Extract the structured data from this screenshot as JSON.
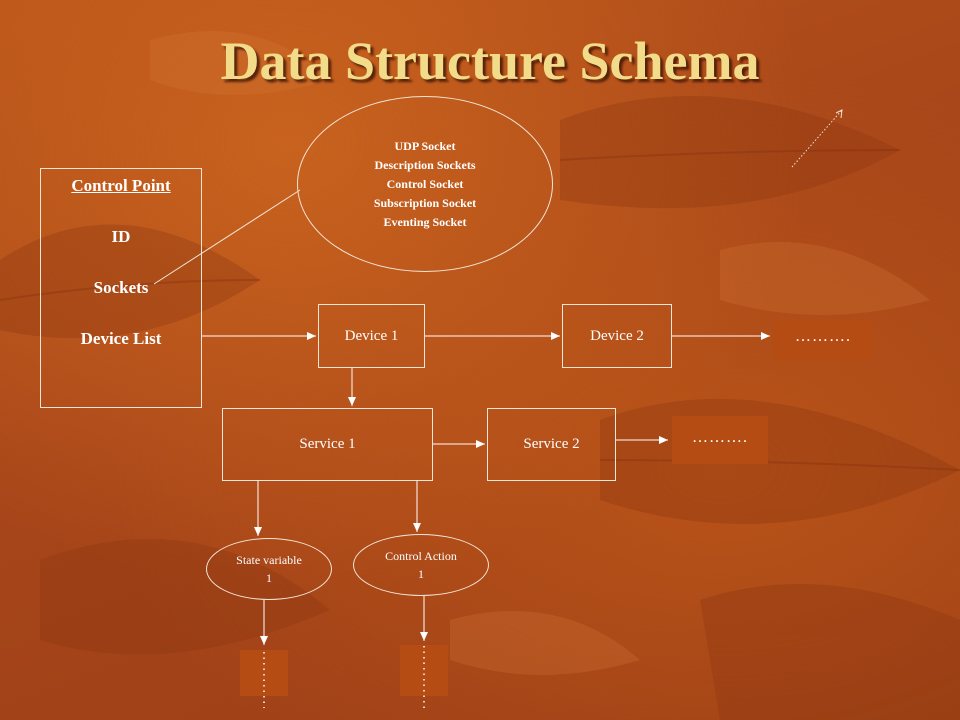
{
  "title": "Data Structure Schema",
  "control_point": {
    "heading": "Control Point",
    "id_label": "ID",
    "sockets_label": "Sockets",
    "device_list_label": "Device List"
  },
  "sockets_list": [
    "UDP Socket",
    "Description Sockets",
    "Control Socket",
    "Subscription Socket",
    "Eventing Socket"
  ],
  "devices": [
    "Device 1",
    "Device 2"
  ],
  "services": [
    "Service 1",
    "Service 2"
  ],
  "state_variable": {
    "line1": "State variable",
    "line2": "1"
  },
  "control_action": {
    "line1": "Control Action",
    "line2": "1"
  },
  "continuation": "………."
}
